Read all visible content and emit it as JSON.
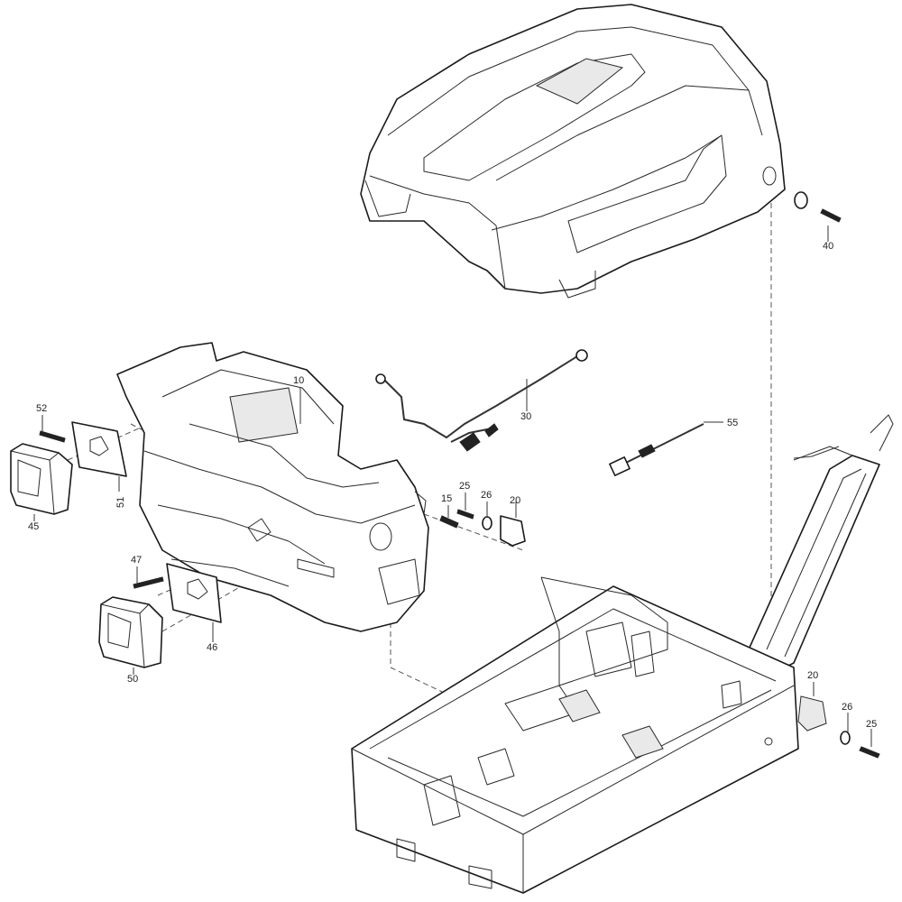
{
  "callouts": [
    {
      "id": "c10",
      "label": "10"
    },
    {
      "id": "c15",
      "label": "15"
    },
    {
      "id": "c20a",
      "label": "20"
    },
    {
      "id": "c20b",
      "label": "20"
    },
    {
      "id": "c25a",
      "label": "25"
    },
    {
      "id": "c25b",
      "label": "25"
    },
    {
      "id": "c26a",
      "label": "26"
    },
    {
      "id": "c26b",
      "label": "26"
    },
    {
      "id": "c30",
      "label": "30"
    },
    {
      "id": "c40",
      "label": "40"
    },
    {
      "id": "c45",
      "label": "45"
    },
    {
      "id": "c46",
      "label": "46"
    },
    {
      "id": "c47",
      "label": "47"
    },
    {
      "id": "c50",
      "label": "50"
    },
    {
      "id": "c51",
      "label": "51"
    },
    {
      "id": "c52",
      "label": "52"
    },
    {
      "id": "c55",
      "label": "55"
    }
  ]
}
